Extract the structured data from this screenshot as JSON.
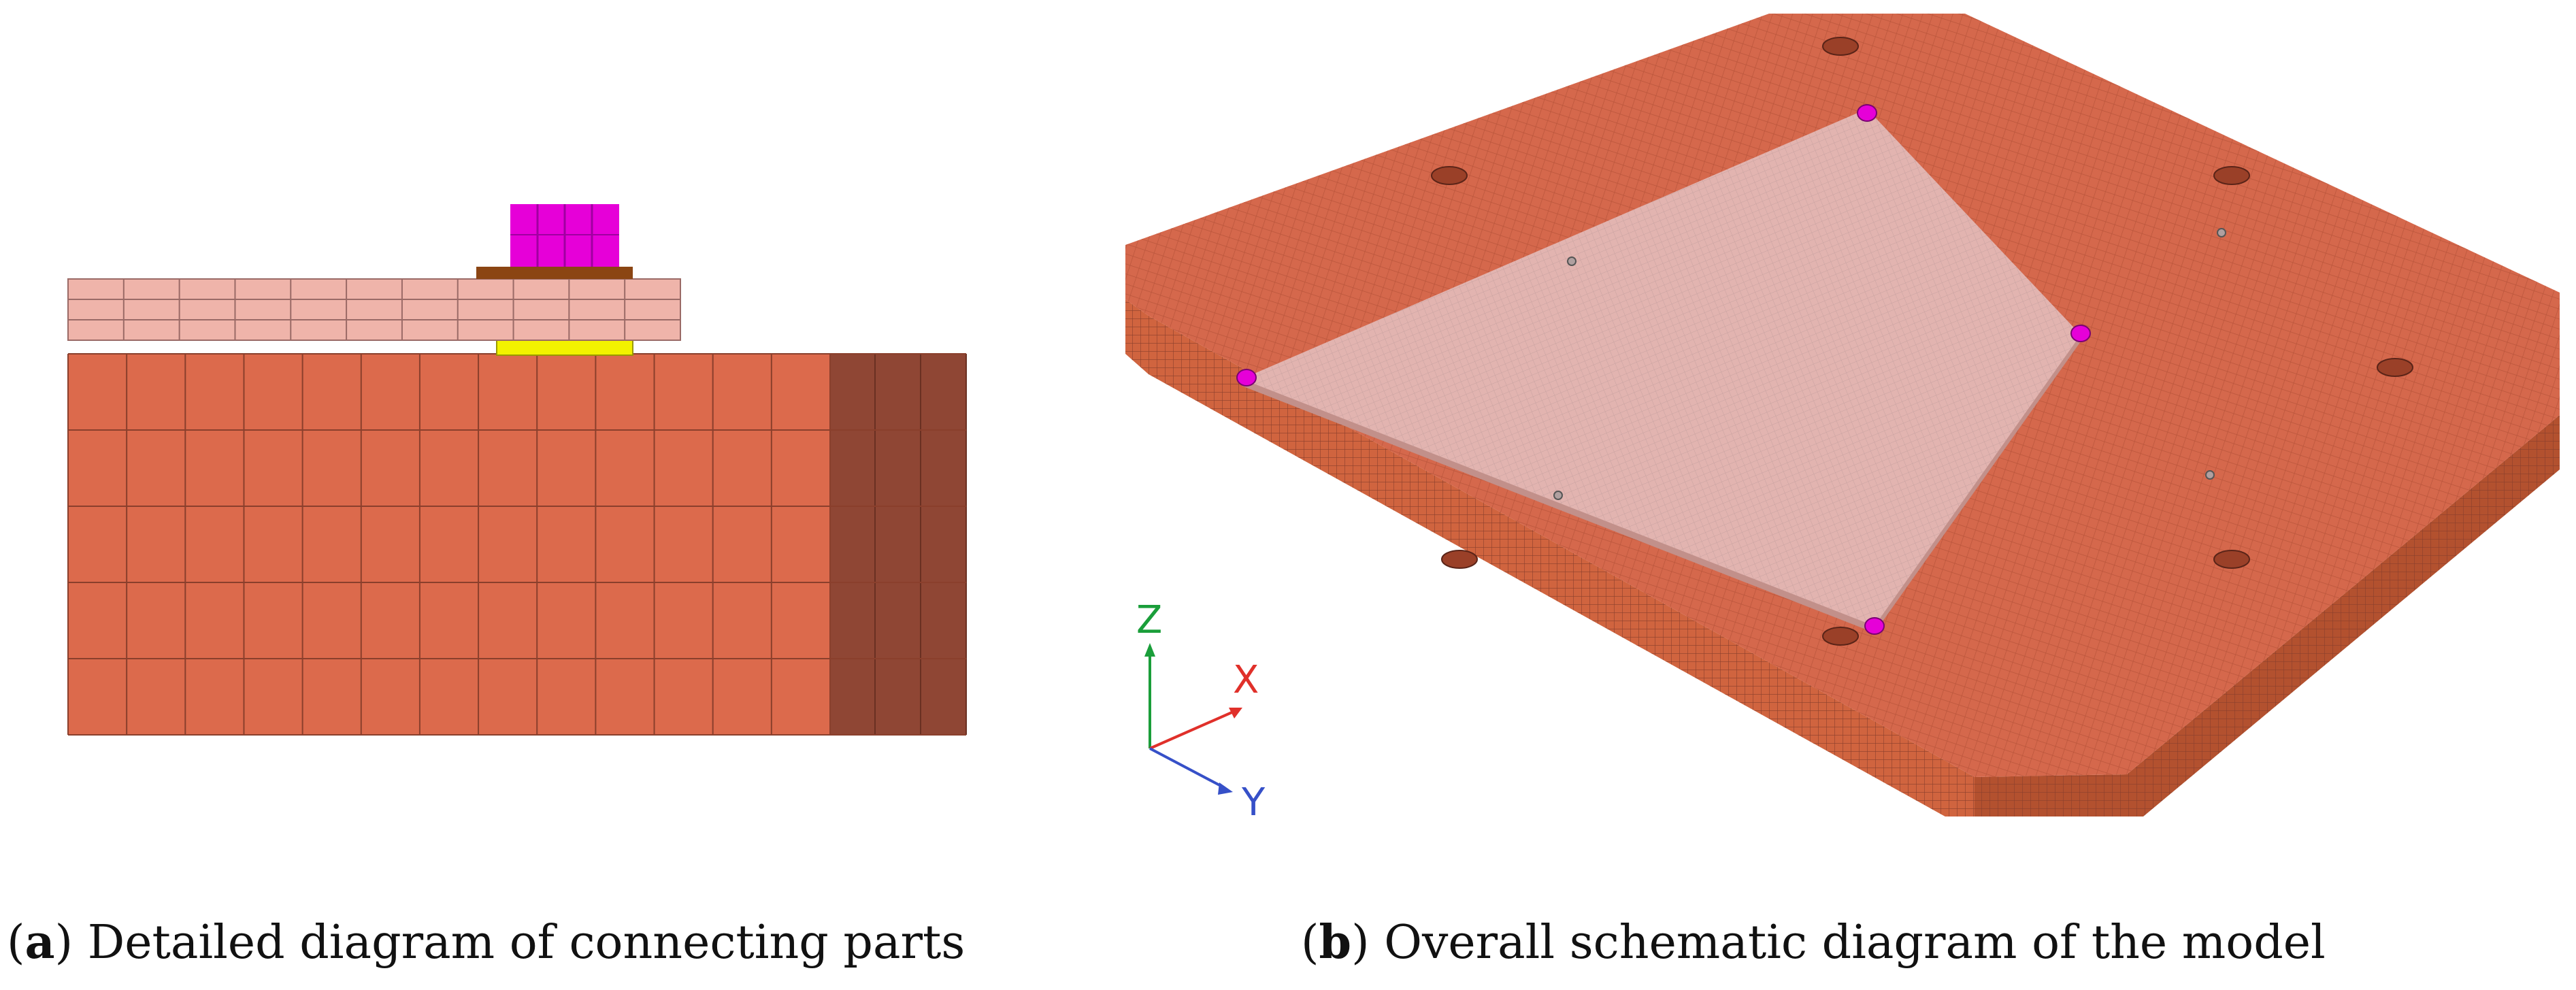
{
  "panel_a": {
    "caption_open": "(",
    "caption_letter": "a",
    "caption_text": ") Detailed diagram of connecting parts"
  },
  "panel_b": {
    "caption_open": "(",
    "caption_letter": "b",
    "caption_text": ") Overall schematic diagram of the model"
  },
  "axes": {
    "z_label": "Z",
    "x_label": "X",
    "y_label": "Y"
  },
  "colors": {
    "base_face": "#dc6a4c",
    "base_dark": "#8f4634",
    "base_top": "#d5684c",
    "mesh_line": "#8a3f2c",
    "plate": "#efb4aa",
    "plate_top": "#e2b4b0",
    "plate_line": "#9a6a66",
    "bolt_head": "#e600d8",
    "bolt_head_light": "#f05ce8",
    "washer": "#8b4513",
    "spacer": "#f2f200",
    "axis_z": "#1a9e3a",
    "axis_x": "#e0302a",
    "axis_y": "#3650c8"
  }
}
